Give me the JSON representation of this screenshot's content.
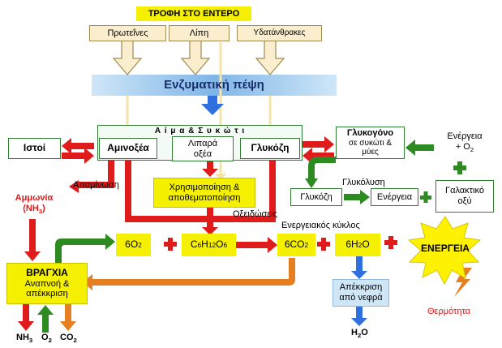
{
  "colors": {
    "red": "#e01b1b",
    "green": "#2e8b22",
    "orange": "#e67e22",
    "blue": "#2f6fe0",
    "yellow": "#f5f000",
    "tan": "#fbeecf",
    "light_blue": "#cfe6f7",
    "energy_star": "#fff200"
  },
  "top": {
    "title": "ΤΡΟΦΗ ΣΤΟ ΕΝΤΕΡΟ",
    "proteins": "Πρωτεΐνες",
    "fats": "Λίπη",
    "carbs": "Υδατάνθρακες",
    "digestion": "Ενζυματική πέψη"
  },
  "blood": {
    "title": "Α ί μ α  &  Σ υ κ ώ τ ι",
    "tissues": "Ιστοί",
    "amino": "Αμινοξέα",
    "fatty_1": "Λιπαρά",
    "fatty_2": "οξέα",
    "glucose": "Γλυκόζη"
  },
  "glycogen": {
    "title": "Γλυκογόνο",
    "sub1": "σε συκώτι &",
    "sub2": "μύες",
    "energy_o2_1": "Ενέργεια",
    "energy_o2_2": "+ O",
    "energy_o2_sub": "2",
    "glycolysis": "Γλυκόλυση",
    "glucose": "Γλυκόζη",
    "energy": "Ενέργεια",
    "lactic_1": "Γαλακτικό",
    "lactic_2": "οξύ"
  },
  "middle": {
    "deamination": "Απαμίνωση",
    "ammonia": "Αμμωνία",
    "ammonia_formula": "(NH",
    "ammonia_sub": "3",
    "ammonia_close": ")",
    "use_store_1": "Χρησιμοποίηση &",
    "use_store_2": "αποθεματοποίηση",
    "oxidations": "Οξειδώσεις",
    "cycle": "Ενεργειακός κύκλος"
  },
  "reaction": {
    "o2_coef": "6O",
    "o2_sub": "2",
    "glucose_c": "C",
    "glucose_c_sub": "6",
    "glucose_h": "H",
    "glucose_h_sub": "12",
    "glucose_o": "O",
    "glucose_o_sub": "6",
    "co2_coef": "6CO",
    "co2_sub": "2",
    "h2o_coef": "6H",
    "h2o_sub": "2",
    "h2o_o": "O",
    "energy": "ΕΝΕΡΓΕΙΑ",
    "heat": "Θερμότητα"
  },
  "gills": {
    "title": "ΒΡΑΓΧΙΑ",
    "sub1": "Αναπνοή &",
    "sub2": "απέκκριση",
    "nh3": "NH",
    "nh3_sub": "3",
    "o2": "O",
    "o2_sub": "2",
    "co2": "CO",
    "co2_sub": "2"
  },
  "kidney": {
    "line1": "Απέκκριση",
    "line2": "από νεφρά",
    "h2o": "H",
    "h2o_sub": "2",
    "h2o_o": "O"
  }
}
